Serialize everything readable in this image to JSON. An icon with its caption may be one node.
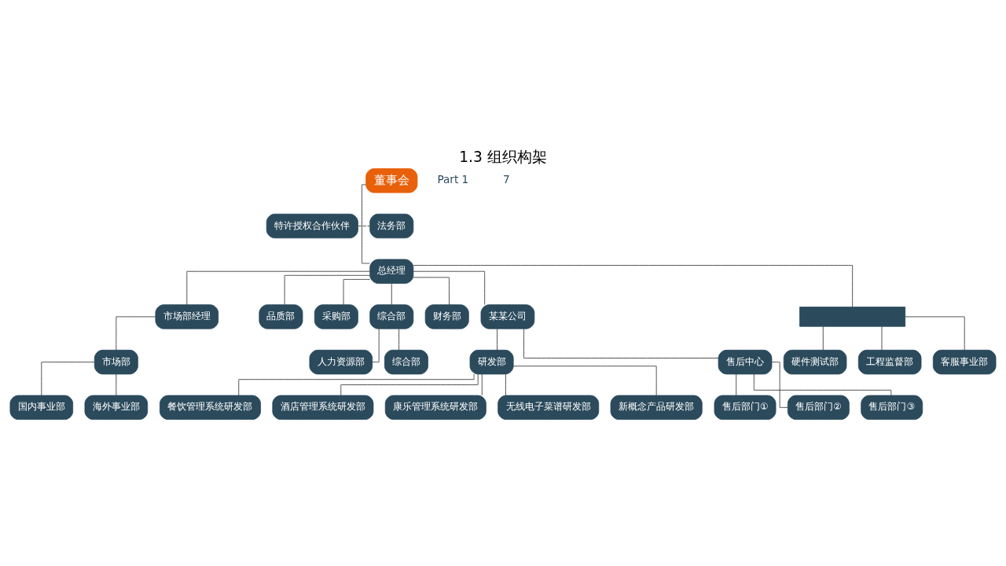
{
  "diagram": {
    "title": "1.3 组织构架",
    "nodes": [
      {
        "text": [
          "董事会"
        ]
      },
      {
        "text": [
          "特许授权合作伙伴"
        ]
      },
      {
        "text": [
          "法务部"
        ]
      },
      {
        "text": [
          "总经理"
        ]
      },
      {
        "text": [
          "市场部经理"
        ]
      },
      {
        "text": [
          "市场部"
        ]
      },
      {
        "text": [
          "品质部"
        ]
      },
      {
        "text": [
          "采购部"
        ]
      },
      {
        "text": [
          "综合部"
        ]
      },
      {
        "text": [
          "财务部"
        ]
      },
      {
        "text": [
          "某某公司"
        ]
      },
      {
        "text": [],
        "shape": "box"
      },
      {
        "text": [
          "研发部"
        ]
      },
      {
        "text": [
          "售后中心"
        ]
      },
      {
        "text": [
          "硬件测试部"
        ]
      },
      {
        "text": [
          "工程监督部"
        ]
      },
      {
        "text": [
          "客服事业部"
        ]
      },
      {
        "text": [
          "国内事业部"
        ]
      },
      {
        "text": [
          "海外事业部"
        ]
      },
      {
        "text": [
          "人力资源部"
        ]
      },
      {
        "text": [
          "综合部"
        ]
      },
      {
        "text": [
          "餐饮管理系统研发部"
        ]
      },
      {
        "text": [
          "酒店管理系统研发部"
        ]
      },
      {
        "text": [
          "康乐管理系统研发部"
        ]
      },
      {
        "text": [
          "无线电子菜谱研发部"
        ]
      },
      {
        "text": [
          "新概念产品研发部"
        ]
      },
      {
        "text": [
          "售后部门①"
        ]
      },
      {
        "text": [
          "售后部门②"
        ]
      },
      {
        "text": [
          "售后部门③"
        ]
      }
    ],
    "edges": [
      {
        "from": 0,
        "to": 3,
        "arrow": "none"
      },
      {
        "from": 1,
        "to": 2,
        "arrow": "none",
        "style": "dashed"
      },
      {
        "from": 3,
        "to": 4,
        "arrow": "none"
      },
      {
        "from": 3,
        "to": 6,
        "arrow": "none"
      },
      {
        "from": 3,
        "to": 7,
        "arrow": "none"
      },
      {
        "from": 3,
        "to": 8,
        "arrow": "none"
      },
      {
        "from": 3,
        "to": 9,
        "arrow": "none"
      },
      {
        "from": 3,
        "to": 10,
        "arrow": "none"
      },
      {
        "from": 3,
        "to": 11,
        "arrow": "none"
      },
      {
        "from": 4,
        "to": 5,
        "arrow": "none"
      },
      {
        "from": 5,
        "to": 17,
        "arrow": "none"
      },
      {
        "from": 5,
        "to": 18,
        "arrow": "none"
      },
      {
        "from": 8,
        "to": 19,
        "arrow": "none"
      },
      {
        "from": 8,
        "to": 20,
        "arrow": "none"
      },
      {
        "from": 10,
        "to": 12,
        "arrow": "none"
      },
      {
        "from": 10,
        "to": 13,
        "arrow": "none"
      },
      {
        "from": 12,
        "to": 21,
        "arrow": "none"
      },
      {
        "from": 12,
        "to": 22,
        "arrow": "none"
      },
      {
        "from": 12,
        "to": 23,
        "arrow": "none"
      },
      {
        "from": 12,
        "to": 24,
        "arrow": "none"
      },
      {
        "from": 12,
        "to": 25,
        "arrow": "none"
      },
      {
        "from": 13,
        "to": 26,
        "arrow": "none"
      },
      {
        "from": 13,
        "to": 27,
        "arrow": "none"
      },
      {
        "from": 13,
        "to": 28,
        "arrow": "none"
      },
      {
        "from": 11,
        "to": 14,
        "arrow": "none"
      },
      {
        "from": 11,
        "to": 15,
        "arrow": "none"
      },
      {
        "from": 11,
        "to": 16,
        "arrow": "none"
      }
    ],
    "labels": [
      "Part 1",
      "7"
    ]
  }
}
